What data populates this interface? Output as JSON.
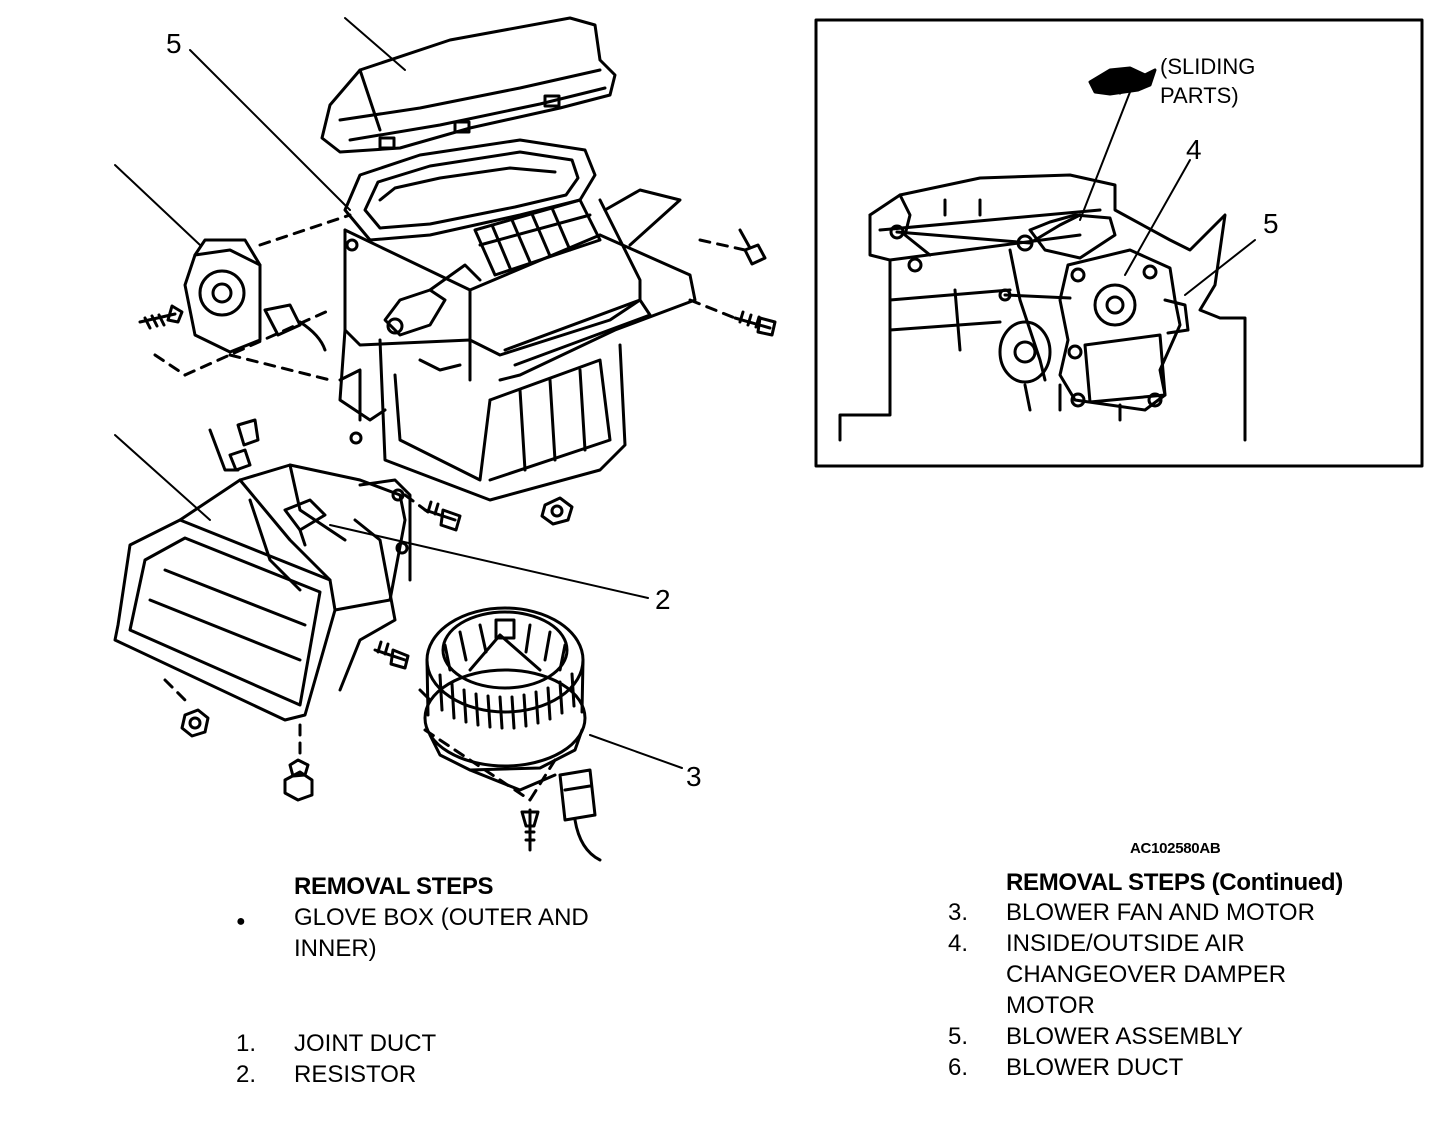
{
  "figure_code": "AC102580AB",
  "callouts": {
    "c2": "2",
    "c3": "3",
    "c4": "4",
    "c5_main": "5",
    "c5_inset": "5"
  },
  "inset": {
    "note_line1": "(SLIDING",
    "note_line2": "PARTS)"
  },
  "removal_left": {
    "heading": "REMOVAL STEPS",
    "bullet": "●",
    "glove_line1": "GLOVE BOX (OUTER AND",
    "glove_line2": "INNER)",
    "steps": [
      {
        "num": "1.",
        "text": "JOINT DUCT"
      },
      {
        "num": "2.",
        "text": "RESISTOR"
      }
    ]
  },
  "removal_right": {
    "heading": "REMOVAL STEPS (Continued)",
    "steps": [
      {
        "num": "3.",
        "line1": "BLOWER FAN AND MOTOR"
      },
      {
        "num": "4.",
        "line1": "INSIDE/OUTSIDE AIR",
        "line2": "CHANGEOVER DAMPER",
        "line3": "MOTOR"
      },
      {
        "num": "5.",
        "line1": "BLOWER ASSEMBLY"
      },
      {
        "num": "6.",
        "line1": "BLOWER DUCT"
      }
    ]
  }
}
